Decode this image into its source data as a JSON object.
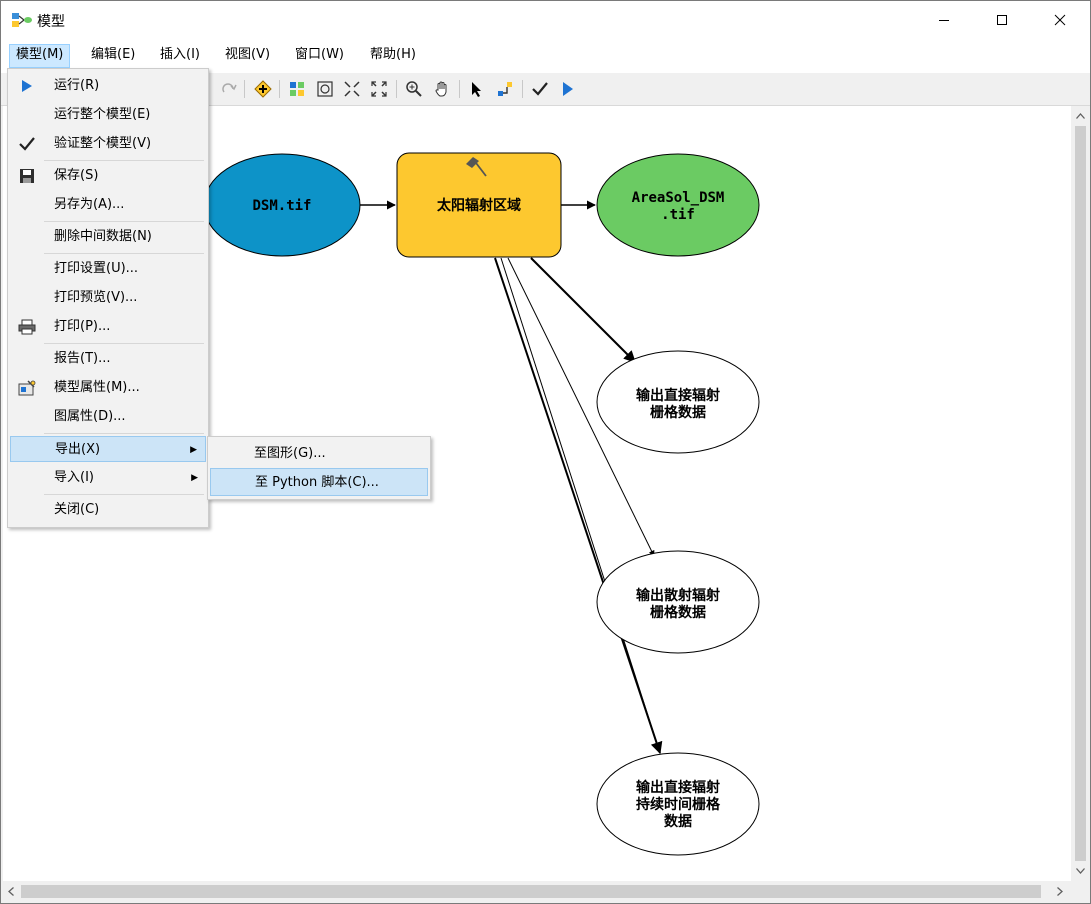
{
  "window": {
    "title": "模型"
  },
  "menubar": {
    "items": [
      {
        "label": "模型(M)"
      },
      {
        "label": "编辑(E)"
      },
      {
        "label": "插入(I)"
      },
      {
        "label": "视图(V)"
      },
      {
        "label": "窗口(W)"
      },
      {
        "label": "帮助(H)"
      }
    ]
  },
  "dropdown": {
    "items": [
      {
        "label": "运行(R)",
        "icon": "run-icon"
      },
      {
        "label": "运行整个模型(E)",
        "icon": ""
      },
      {
        "label": "验证整个模型(V)",
        "icon": "checkmark-icon"
      },
      {
        "label": "保存(S)",
        "icon": "save-icon"
      },
      {
        "label": "另存为(A)...",
        "icon": ""
      },
      {
        "label": "删除中间数据(N)",
        "icon": ""
      },
      {
        "label": "打印设置(U)...",
        "icon": ""
      },
      {
        "label": "打印预览(V)...",
        "icon": ""
      },
      {
        "label": "打印(P)...",
        "icon": "printer-icon"
      },
      {
        "label": "报告(T)...",
        "icon": ""
      },
      {
        "label": "模型属性(M)...",
        "icon": "properties-icon"
      },
      {
        "label": "图属性(D)...",
        "icon": ""
      },
      {
        "label": "导出(X)",
        "icon": ""
      },
      {
        "label": "导入(I)",
        "icon": ""
      },
      {
        "label": "关闭(C)",
        "icon": ""
      }
    ]
  },
  "submenu": {
    "items": [
      {
        "label": "至图形(G)..."
      },
      {
        "label": "至 Python 脚本(C)..."
      }
    ]
  },
  "diagram": {
    "input_node": "DSM.tif",
    "tool_node": "太阳辐射区域",
    "output_main_line1": "AreaSol_DSM",
    "output_main_line2": ".tif",
    "out_direct_line1": "输出直接辐射",
    "out_direct_line2": "栅格数据",
    "out_diffuse_line1": "输出散射辐射",
    "out_diffuse_line2": "栅格数据",
    "out_duration_line1": "输出直接辐射",
    "out_duration_line2": "持续时间栅格",
    "out_duration_line3": "数据"
  },
  "colors": {
    "input_fill": "#0d93c8",
    "tool_fill": "#fdc82f",
    "output_fill": "#6bcb63",
    "menu_highlight": "#cce4f7",
    "run_blue": "#1e73d2"
  }
}
